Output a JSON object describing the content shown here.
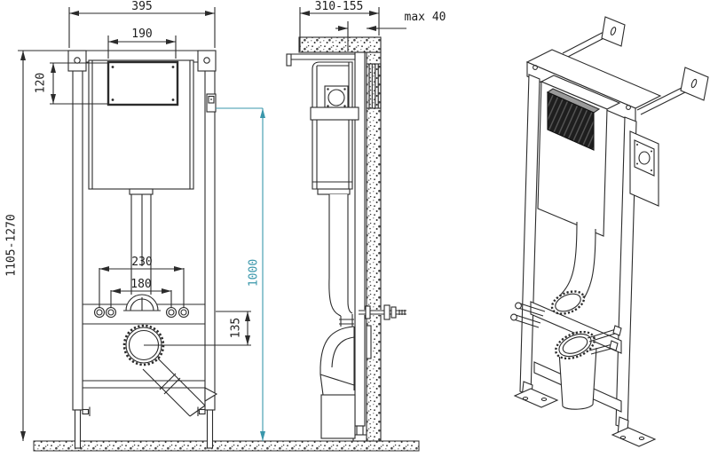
{
  "drawing": {
    "type": "technical-installation-drawing",
    "subject": "wall-mounted WC concealed cistern mounting frame",
    "views": [
      "front-view",
      "side-view",
      "isometric-view"
    ],
    "dimensions": {
      "overall_width": "395",
      "opening_width": "190",
      "opening_height": "120",
      "install_height_range": "1105-1270",
      "bolt_spacing_outer": "230",
      "bolt_spacing_inner": "180",
      "drain_offset": "135",
      "actuation_height": "1000",
      "depth_range": "310-155",
      "wall_clearance": "max 40"
    },
    "colors": {
      "line": "#2b2b2b",
      "accent": "#3a97ab",
      "background": "#ffffff"
    }
  }
}
